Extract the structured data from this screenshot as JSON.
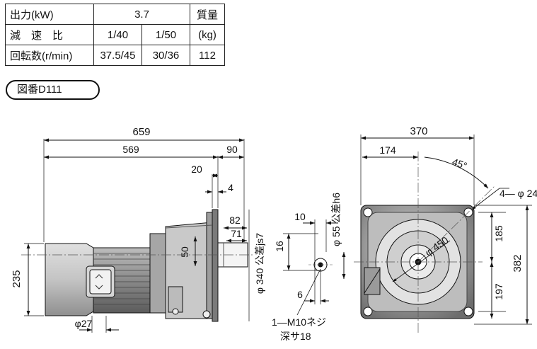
{
  "spec_table": {
    "row_output": {
      "label": "出力(kW)",
      "value": "3.7",
      "mass_header": "質量"
    },
    "row_ratio": {
      "label": "減　速　比",
      "ratio_a": "1/40",
      "ratio_b": "1/50",
      "mass_unit": "(kg)"
    },
    "row_speed": {
      "label": "回転数(r/min)",
      "speed_a": "37.5/45",
      "speed_b": "30/36",
      "mass_value": "112"
    }
  },
  "drawing_tag": "図番D111",
  "dims": {
    "overall_length": "659",
    "motor_length": "569",
    "gear_length": "90",
    "d20": "20",
    "d4": "4",
    "d82": "82",
    "d71": "71",
    "d50": "50",
    "d16": "16",
    "height_235": "235",
    "dia_27": "φ27",
    "dia_340": "φ 340 公差js7",
    "d10": "10",
    "dia_55": "φ 55 公差h6",
    "d6": "6",
    "tap_1": "1―M10ネジ",
    "tap_2": "深サ18",
    "width_370": "370",
    "d174": "174",
    "angle_45": "45°",
    "holes": "4― φ 24",
    "dia_450": "φ 450",
    "d185": "185",
    "d382": "382",
    "d197": "197"
  }
}
